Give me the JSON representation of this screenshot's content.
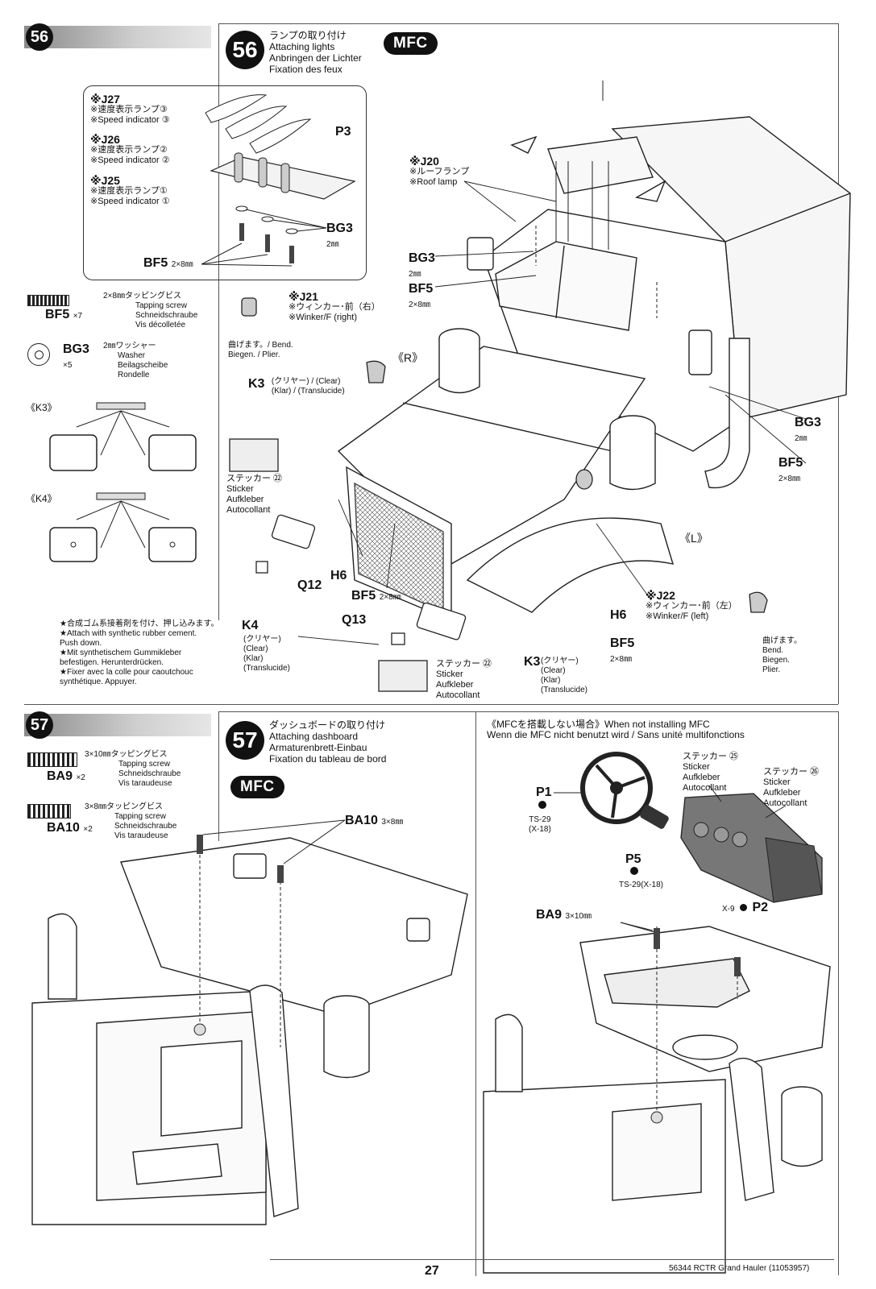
{
  "step56": {
    "number": "56",
    "mfc_badge": "MFC",
    "title_lines": [
      "ランプの取り付け",
      "Attaching lights",
      "Anbringen der Lichter",
      "Fixation des feux"
    ],
    "inset": {
      "j27": [
        "※J27",
        "※速度表示ランプ③",
        "※Speed indicator ③"
      ],
      "j26": [
        "※J26",
        "※速度表示ランプ②",
        "※Speed indicator ②"
      ],
      "j25": [
        "※J25",
        "※速度表示ランプ①",
        "※Speed indicator ①"
      ],
      "p3": "P3",
      "bg3": "BG3",
      "bg3_size": "2㎜",
      "bf5": "BF5",
      "bf5_size": "2×8㎜"
    },
    "parts": {
      "bf5": {
        "code": "BF5",
        "qty": "×7",
        "lines": [
          "2×8㎜タッピングビス",
          "Tapping screw",
          "Schneidschraube",
          "Vis décolletée"
        ]
      },
      "bg3": {
        "code": "BG3",
        "qty": "×5",
        "lines": [
          "2㎜ワッシャー",
          "Washer",
          "Beilagscheibe",
          "Rondelle"
        ]
      }
    },
    "k3_label": "《K3》",
    "k4_label": "《K4》",
    "j20": [
      "※J20",
      "※ルーフランプ",
      "※Roof lamp"
    ],
    "bg3_a": "BG3",
    "bg3_a_size": "2㎜",
    "bf5_a": "BF5",
    "bf5_a_size": "2×8㎜",
    "j21": [
      "※J21",
      "※ウィンカー･前（右）",
      "※Winker/F (right)"
    ],
    "bend_right": [
      "曲げます。/ Bend.",
      "Biegen. / Plier."
    ],
    "r_label": "《R》",
    "k3_clear": "K3",
    "k3_clear_note": [
      "(クリヤー) / (Clear)",
      "(Klar) / (Translucide)"
    ],
    "sticker22_a": [
      "ステッカー ㉒",
      "Sticker",
      "Aufkleber",
      "Autocollant"
    ],
    "q12": "Q12",
    "h6_a": "H6",
    "bf5_b": "BF5",
    "bf5_b_size": "2×8㎜",
    "q13": "Q13",
    "k4": "K4",
    "k4_note": [
      "(クリヤー)",
      "(Clear)",
      "(Klar)",
      "(Translucide)"
    ],
    "glue_note": [
      "★合成ゴム系接着剤を付け、押し込みます。",
      "★Attach with synthetic rubber cement.",
      "Push down.",
      "★Mit synthetischem Gummikleber",
      "befestigen. Herunterdrücken.",
      "★Fixer avec la colle pour caoutchouc",
      "synthétique. Appuyer."
    ],
    "sticker22_b": [
      "ステッカー ㉒",
      "Sticker",
      "Aufkleber",
      "Autocollant"
    ],
    "k3_b": "K3",
    "k3_b_note": [
      "(クリヤー)",
      "(Clear)",
      "(Klar)",
      "(Translucide)"
    ],
    "l_label": "《L》",
    "j22": [
      "※J22",
      "※ウィンカー･前（左）",
      "※Winker/F (left)"
    ],
    "h6_b": "H6",
    "bf5_c": "BF5",
    "bf5_c_size": "2×8㎜",
    "bend_left": [
      "曲げます。",
      "Bend.",
      "Biegen.",
      "Plier."
    ],
    "bg3_b": "BG3",
    "bg3_b_size": "2㎜",
    "bf5_d": "BF5",
    "bf5_d_size": "2×8㎜"
  },
  "step57": {
    "number": "57",
    "mfc_badge": "MFC",
    "title_lines": [
      "ダッシュボードの取り付け",
      "Attaching dashboard",
      "Armaturenbrett-Einbau",
      "Fixation du tableau de bord"
    ],
    "parts": {
      "ba9": {
        "code": "BA9",
        "qty": "×2",
        "lines": [
          "3×10㎜タッピングビス",
          "Tapping screw",
          "Schneidschraube",
          "Vis taraudeuse"
        ]
      },
      "ba10": {
        "code": "BA10",
        "qty": "×2",
        "lines": [
          "3×8㎜タッピングビス",
          "Tapping screw",
          "Schneidschraube",
          "Vis taraudeuse"
        ]
      }
    },
    "ba10_label": "BA10",
    "ba10_size": "3×8㎜",
    "no_mfc_title": [
      "《MFCを搭載しない場合》When not installing MFC",
      "Wenn die MFC nicht benutzt wird / Sans unité multifonctions"
    ],
    "p1": "P1",
    "p1_paint": [
      "TS-29",
      "(X-18)"
    ],
    "p5": "P5",
    "p5_paint": "TS-29(X-18)",
    "sticker25": [
      "ステッカー ㉕",
      "Sticker",
      "Aufkleber",
      "Autocollant"
    ],
    "sticker26": [
      "ステッカー ㉖",
      "Sticker",
      "Aufkleber",
      "Autocollant"
    ],
    "p2": "P2",
    "p2_paint": "X-9",
    "ba9_label": "BA9",
    "ba9_size": "3×10㎜"
  },
  "footer": {
    "page_number": "27",
    "product": "56344 RCTR Grand Hauler (11053957)"
  }
}
